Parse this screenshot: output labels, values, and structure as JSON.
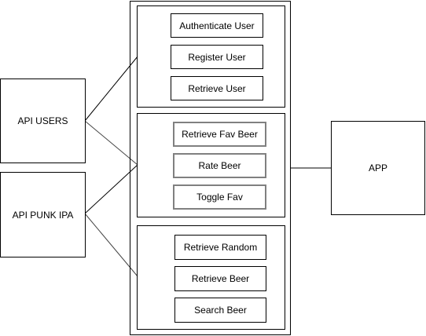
{
  "diagram": {
    "external_services": {
      "api_users": "API USERS",
      "api_punk_ipa": "API PUNK IPA"
    },
    "app": "APP",
    "groups": [
      {
        "id": "users",
        "nodes": [
          "Authenticate User",
          "Register User",
          "Retrieve User"
        ]
      },
      {
        "id": "favorites",
        "nodes": [
          "Retrieve Fav Beer",
          "Rate Beer",
          "Toggle Fav"
        ]
      },
      {
        "id": "beers",
        "nodes": [
          "Retrieve Random",
          "Retrieve Beer",
          "Search Beer"
        ]
      }
    ],
    "connections": [
      {
        "from": "api_users",
        "to": "users"
      },
      {
        "from": "api_users",
        "to": "favorites"
      },
      {
        "from": "api_punk_ipa",
        "to": "favorites"
      },
      {
        "from": "api_punk_ipa",
        "to": "beers"
      },
      {
        "from": "container",
        "to": "app"
      }
    ],
    "colors": {
      "line": "#000000",
      "grey_border": "#808080",
      "background": "#ffffff"
    }
  }
}
